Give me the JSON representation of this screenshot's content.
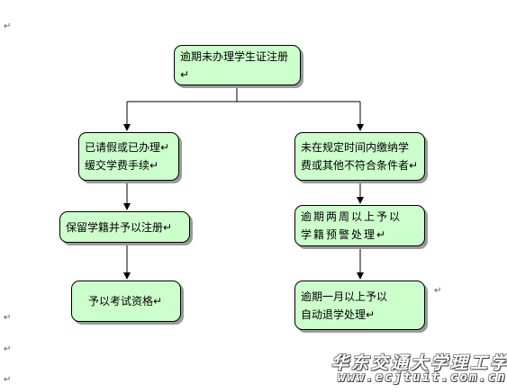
{
  "flowchart": {
    "root": {
      "text": "逾期未办理学生证注册↵"
    },
    "left": [
      {
        "text": "已请假或已办理↵\n缓交学费手续↵"
      },
      {
        "text": "保留学籍并予以注册↵"
      },
      {
        "text": "予以考试资格↵"
      }
    ],
    "right": [
      {
        "text": "未在规定时间内缴纳学\n费或其他不符合条件者↵"
      },
      {
        "text": "逾期两周以上予以\n学籍预警处理↵"
      },
      {
        "text": "逾期一月以上予以\n自动退学处理↵"
      }
    ]
  },
  "paragraph_marks": [
    "↵",
    "↵",
    "↵",
    "↵",
    "↵"
  ],
  "watermark": {
    "name": "华东交通大学理工学院",
    "url": "www.ecjtuit.com.cn"
  },
  "colors": {
    "box_fill": "#ccffcc",
    "line": "#000000",
    "shadow": "#9a9a9a"
  }
}
